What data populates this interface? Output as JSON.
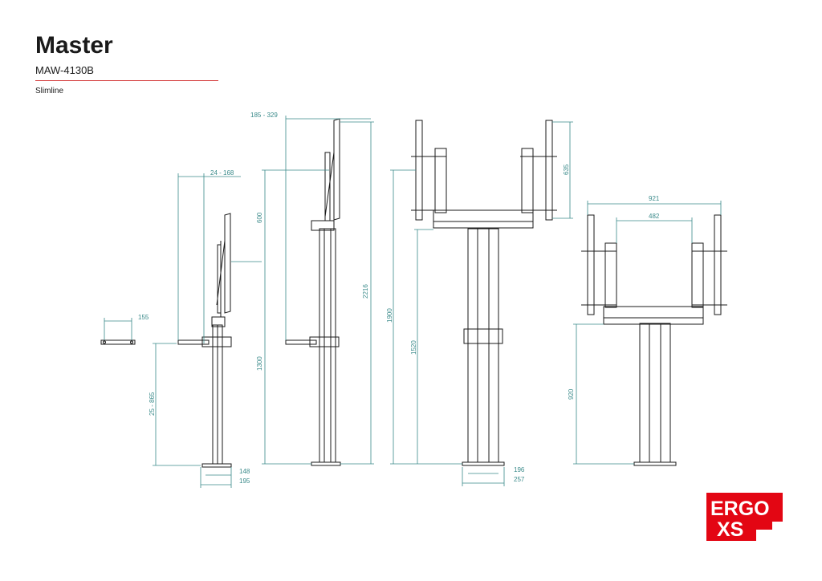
{
  "header": {
    "title": "Master",
    "model": "MAW-4130B",
    "variant": "Slimline"
  },
  "dimensions": {
    "d155": "155",
    "d24_168": "24 - 168",
    "d25_865": "25 - 865",
    "d148": "148",
    "d195": "195",
    "d185_329": "185 - 329",
    "d600": "600",
    "d1300": "1300",
    "d2216": "2216",
    "d635": "635",
    "d1900": "1900",
    "d1520": "1520",
    "d196": "196",
    "d257": "257",
    "d921": "921",
    "d482": "482",
    "d920": "920"
  },
  "logo": {
    "line1": "ERGO",
    "line2": "XS",
    "color": "#e30613"
  },
  "colors": {
    "dimension": "#3a8a8a",
    "accent_rule": "#d43a3a",
    "line": "#1a1a1a"
  }
}
